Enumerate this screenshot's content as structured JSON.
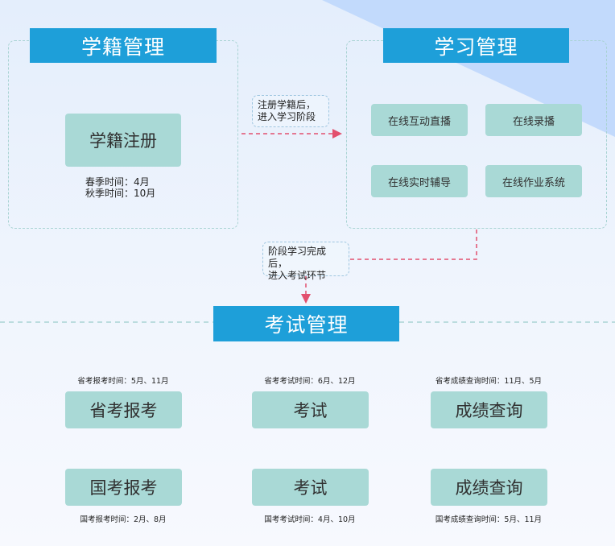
{
  "xueji": {
    "header": "学籍管理",
    "register": "学籍注册",
    "spring": "春季时间：4月",
    "autumn": "秋季时间：10月"
  },
  "study": {
    "header": "学习管理",
    "items": [
      "在线互动直播",
      "在线录播",
      "在线实时辅导",
      "在线作业系统"
    ]
  },
  "callout1": {
    "line1": "注册学籍后，",
    "line2": "进入学习阶段"
  },
  "callout2": {
    "line1": "阶段学习完成后，",
    "line2": "进入考试环节"
  },
  "exam": {
    "header": "考试管理",
    "top_labels": [
      "省考报考时间：5月、11月",
      "省考考试时间：6月、12月",
      "省考成绩查询时间：11月、5月"
    ],
    "top_boxes": [
      "省考报考",
      "考试",
      "成绩查询"
    ],
    "bottom_boxes": [
      "国考报考",
      "考试",
      "成绩查询"
    ],
    "bottom_labels": [
      "国考报考时间：2月、8月",
      "国考考试时间：4月、10月",
      "国考成绩查询时间：5月、11月"
    ]
  },
  "colors": {
    "header": "#1e9fd9",
    "box": "#a9d9d6",
    "arrow": "#e2506e",
    "dash": "#a9d3d3"
  }
}
